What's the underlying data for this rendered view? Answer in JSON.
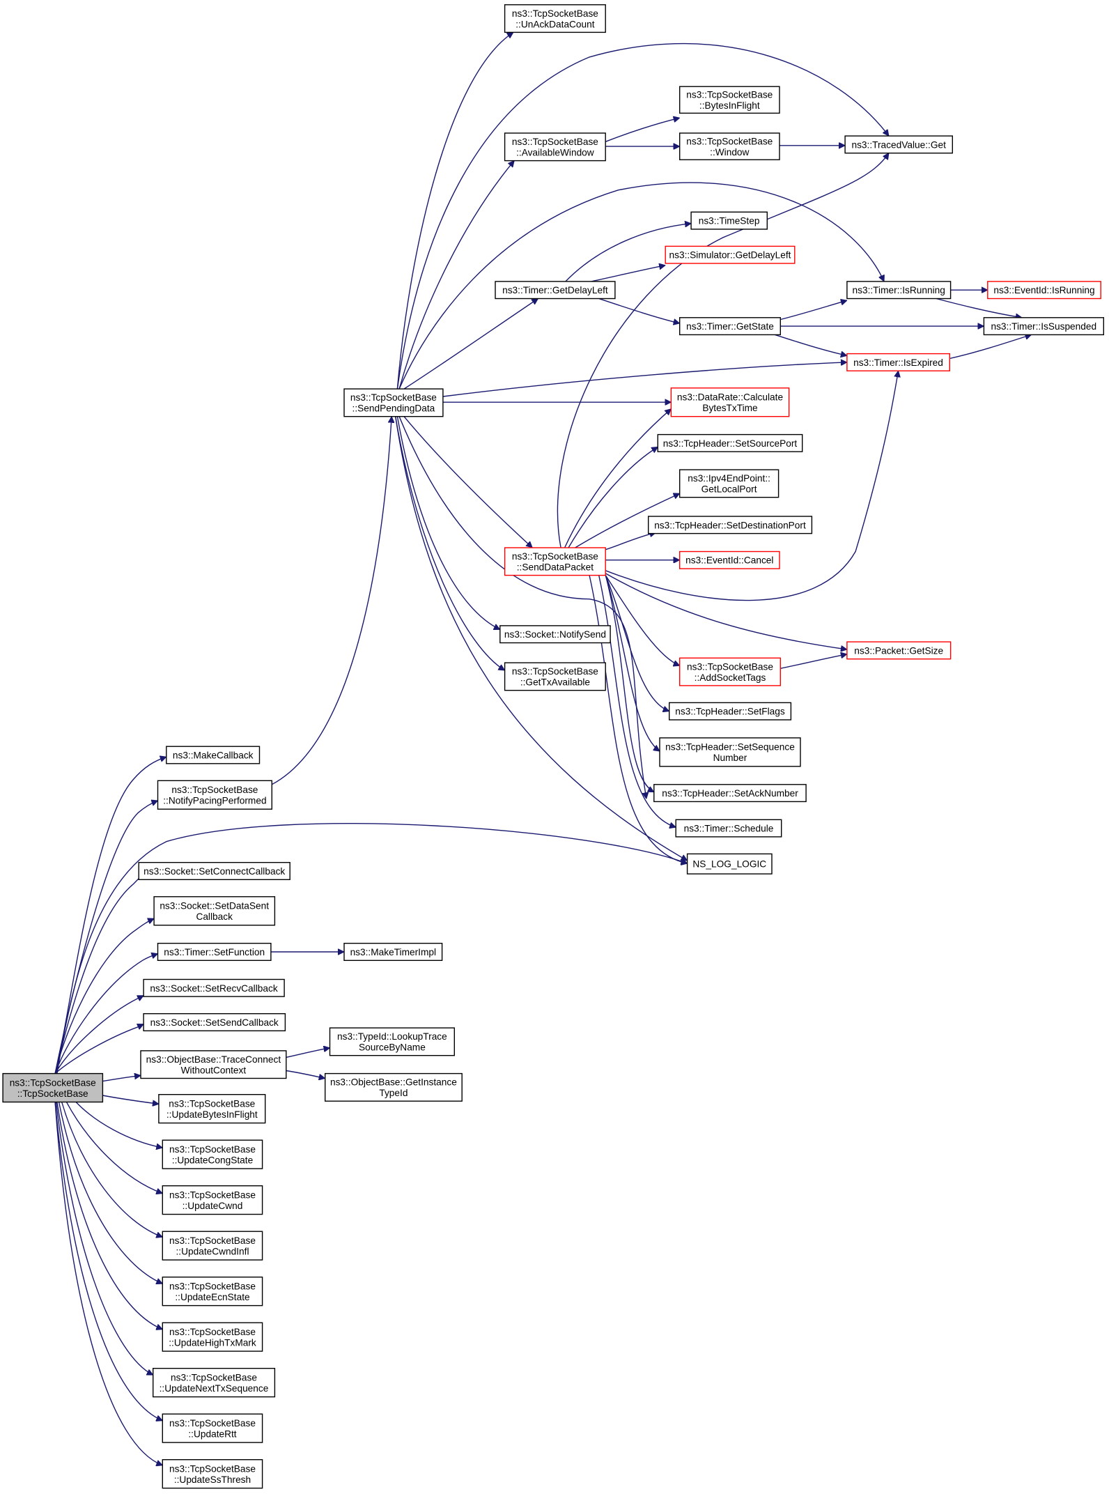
{
  "graph": {
    "kind": "call-graph",
    "colors": {
      "edge": "#191970",
      "node_border": "#000000",
      "node_border_truncated": "#ff0000",
      "root_fill": "#bfbfbf",
      "node_fill": "#ffffff"
    },
    "nodes": [
      {
        "id": "root",
        "lines": [
          "ns3::TcpSocketBase",
          "::TcpSocketBase"
        ],
        "style": "root"
      },
      {
        "id": "MakeCallback",
        "lines": [
          "ns3::MakeCallback"
        ],
        "style": "normal"
      },
      {
        "id": "NotifyPacingPerformed",
        "lines": [
          "ns3::TcpSocketBase",
          "::NotifyPacingPerformed"
        ],
        "style": "normal"
      },
      {
        "id": "SetConnectCallback",
        "lines": [
          "ns3::Socket::SetConnectCallback"
        ],
        "style": "normal"
      },
      {
        "id": "SetDataSentCallback",
        "lines": [
          "ns3::Socket::SetDataSent",
          "Callback"
        ],
        "style": "normal"
      },
      {
        "id": "SetFunction",
        "lines": [
          "ns3::Timer::SetFunction"
        ],
        "style": "normal"
      },
      {
        "id": "SetRecvCallback",
        "lines": [
          "ns3::Socket::SetRecvCallback"
        ],
        "style": "normal"
      },
      {
        "id": "SetSendCallback",
        "lines": [
          "ns3::Socket::SetSendCallback"
        ],
        "style": "normal"
      },
      {
        "id": "TraceConnect",
        "lines": [
          "ns3::ObjectBase::TraceConnect",
          "WithoutContext"
        ],
        "style": "normal"
      },
      {
        "id": "UpdateBytesInFlight",
        "lines": [
          "ns3::TcpSocketBase",
          "::UpdateBytesInFlight"
        ],
        "style": "normal"
      },
      {
        "id": "UpdateCongState",
        "lines": [
          "ns3::TcpSocketBase",
          "::UpdateCongState"
        ],
        "style": "normal"
      },
      {
        "id": "UpdateCwnd",
        "lines": [
          "ns3::TcpSocketBase",
          "::UpdateCwnd"
        ],
        "style": "normal"
      },
      {
        "id": "UpdateCwndInfl",
        "lines": [
          "ns3::TcpSocketBase",
          "::UpdateCwndInfl"
        ],
        "style": "normal"
      },
      {
        "id": "UpdateEcnState",
        "lines": [
          "ns3::TcpSocketBase",
          "::UpdateEcnState"
        ],
        "style": "normal"
      },
      {
        "id": "UpdateHighTxMark",
        "lines": [
          "ns3::TcpSocketBase",
          "::UpdateHighTxMark"
        ],
        "style": "normal"
      },
      {
        "id": "UpdateNextTxSequence",
        "lines": [
          "ns3::TcpSocketBase",
          "::UpdateNextTxSequence"
        ],
        "style": "normal"
      },
      {
        "id": "UpdateRtt",
        "lines": [
          "ns3::TcpSocketBase",
          "::UpdateRtt"
        ],
        "style": "normal"
      },
      {
        "id": "UpdateSsThresh",
        "lines": [
          "ns3::TcpSocketBase",
          "::UpdateSsThresh"
        ],
        "style": "normal"
      },
      {
        "id": "SendPendingData",
        "lines": [
          "ns3::TcpSocketBase",
          "::SendPendingData"
        ],
        "style": "normal"
      },
      {
        "id": "MakeTimerImpl",
        "lines": [
          "ns3::MakeTimerImpl"
        ],
        "style": "normal"
      },
      {
        "id": "LookupTraceSourceByName",
        "lines": [
          "ns3::TypeId::LookupTrace",
          "SourceByName"
        ],
        "style": "normal"
      },
      {
        "id": "GetInstanceTypeId",
        "lines": [
          "ns3::ObjectBase::GetInstance",
          "TypeId"
        ],
        "style": "normal"
      },
      {
        "id": "UnAckDataCount",
        "lines": [
          "ns3::TcpSocketBase",
          "::UnAckDataCount"
        ],
        "style": "normal"
      },
      {
        "id": "AvailableWindow",
        "lines": [
          "ns3::TcpSocketBase",
          "::AvailableWindow"
        ],
        "style": "normal"
      },
      {
        "id": "GetDelayLeft",
        "lines": [
          "ns3::Timer::GetDelayLeft"
        ],
        "style": "normal"
      },
      {
        "id": "SendDataPacket",
        "lines": [
          "ns3::TcpSocketBase",
          "::SendDataPacket"
        ],
        "style": "red"
      },
      {
        "id": "NotifySend",
        "lines": [
          "ns3::Socket::NotifySend"
        ],
        "style": "normal"
      },
      {
        "id": "GetTxAvailable",
        "lines": [
          "ns3::TcpSocketBase",
          "::GetTxAvailable"
        ],
        "style": "normal"
      },
      {
        "id": "BytesInFlight",
        "lines": [
          "ns3::TcpSocketBase",
          "::BytesInFlight"
        ],
        "style": "normal"
      },
      {
        "id": "Window",
        "lines": [
          "ns3::TcpSocketBase",
          "::Window"
        ],
        "style": "normal"
      },
      {
        "id": "TimeStep",
        "lines": [
          "ns3::TimeStep"
        ],
        "style": "normal"
      },
      {
        "id": "SimGetDelayLeft",
        "lines": [
          "ns3::Simulator::GetDelayLeft"
        ],
        "style": "red"
      },
      {
        "id": "GetState",
        "lines": [
          "ns3::Timer::GetState"
        ],
        "style": "normal"
      },
      {
        "id": "CalcBytesTxTime",
        "lines": [
          "ns3::DataRate::Calculate",
          "BytesTxTime"
        ],
        "style": "red"
      },
      {
        "id": "SetSourcePort",
        "lines": [
          "ns3::TcpHeader::SetSourcePort"
        ],
        "style": "normal"
      },
      {
        "id": "GetLocalPort",
        "lines": [
          "ns3::Ipv4EndPoint::",
          "GetLocalPort"
        ],
        "style": "normal"
      },
      {
        "id": "SetDestinationPort",
        "lines": [
          "ns3::TcpHeader::SetDestinationPort"
        ],
        "style": "normal"
      },
      {
        "id": "Cancel",
        "lines": [
          "ns3::EventId::Cancel"
        ],
        "style": "red"
      },
      {
        "id": "AddSocketTags",
        "lines": [
          "ns3::TcpSocketBase",
          "::AddSocketTags"
        ],
        "style": "red"
      },
      {
        "id": "SetFlags",
        "lines": [
          "ns3::TcpHeader::SetFlags"
        ],
        "style": "normal"
      },
      {
        "id": "SetSequenceNumber",
        "lines": [
          "ns3::TcpHeader::SetSequence",
          "Number"
        ],
        "style": "normal"
      },
      {
        "id": "SetAckNumber",
        "lines": [
          "ns3::TcpHeader::SetAckNumber"
        ],
        "style": "normal"
      },
      {
        "id": "Schedule",
        "lines": [
          "ns3::Timer::Schedule"
        ],
        "style": "normal"
      },
      {
        "id": "NS_LOG_LOGIC",
        "lines": [
          "NS_LOG_LOGIC"
        ],
        "style": "normal"
      },
      {
        "id": "TracedValueGet",
        "lines": [
          "ns3::TracedValue::Get"
        ],
        "style": "normal"
      },
      {
        "id": "TimerIsRunning",
        "lines": [
          "ns3::Timer::IsRunning"
        ],
        "style": "normal"
      },
      {
        "id": "TimerIsExpired",
        "lines": [
          "ns3::Timer::IsExpired"
        ],
        "style": "red"
      },
      {
        "id": "PacketGetSize",
        "lines": [
          "ns3::Packet::GetSize"
        ],
        "style": "red"
      },
      {
        "id": "EventIdIsRunning",
        "lines": [
          "ns3::EventId::IsRunning"
        ],
        "style": "red"
      },
      {
        "id": "TimerIsSuspended",
        "lines": [
          "ns3::Timer::IsSuspended"
        ],
        "style": "normal"
      }
    ]
  }
}
